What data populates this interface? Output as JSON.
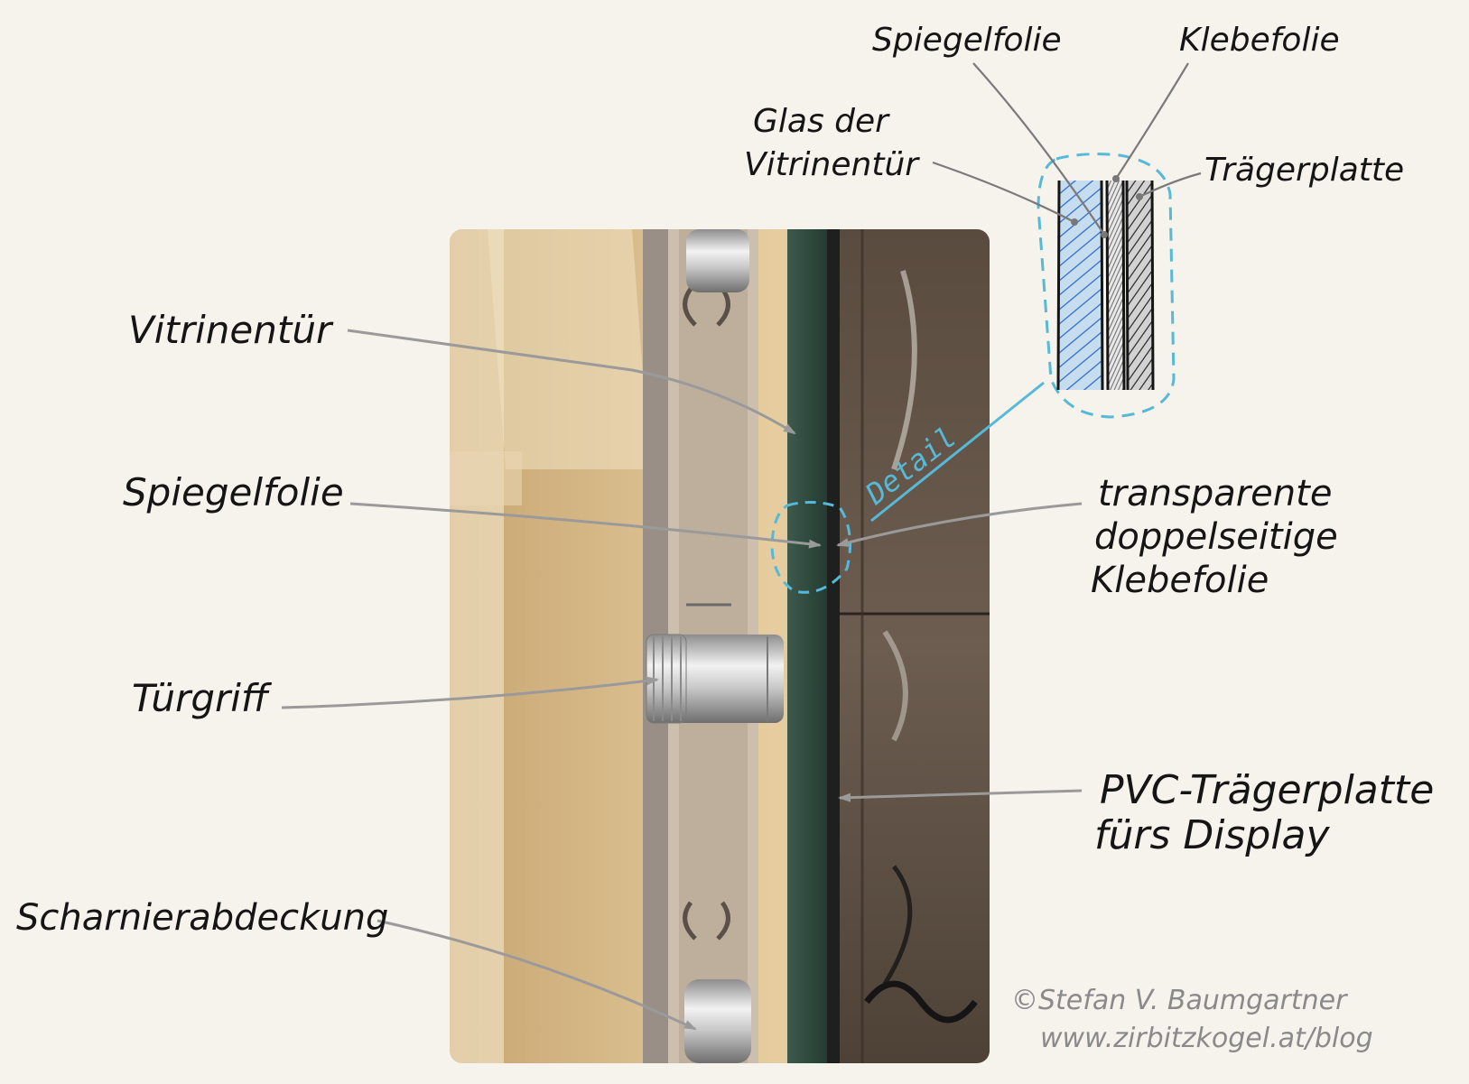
{
  "labels": {
    "vitrinentuer": "Vitrinentür",
    "spiegelfolie_main": "Spiegelfolie",
    "tuergriff": "Türgriff",
    "scharnierabdeckung": "Scharnierabdeckung",
    "glas_line1": "Glas der",
    "glas_line2": "Vitrinentür",
    "spiegelfolie_detail": "Spiegelfolie",
    "klebefolie_detail": "Klebefolie",
    "traegerplatte_detail": "Trägerplatte",
    "transparente_line1": "transparente",
    "transparente_line2": "doppelseitige",
    "transparente_line3": "Klebefolie",
    "pvc_line1": "PVC-Trägerplatte",
    "pvc_line2": "fürs Display",
    "detail": "Detail"
  },
  "credits": {
    "author": "©Stefan V. Baumgartner",
    "url": "www.zirbitzkogel.at/blog"
  },
  "colors": {
    "paper": "#f6f3ec",
    "ink": "#151515",
    "arrow": "#9a9a9a",
    "detail_accent": "#56b9d8",
    "glass_fill": "#c6dcef",
    "door_glass": "#2f4a3e",
    "pvc_plate": "#1e1f1f"
  }
}
